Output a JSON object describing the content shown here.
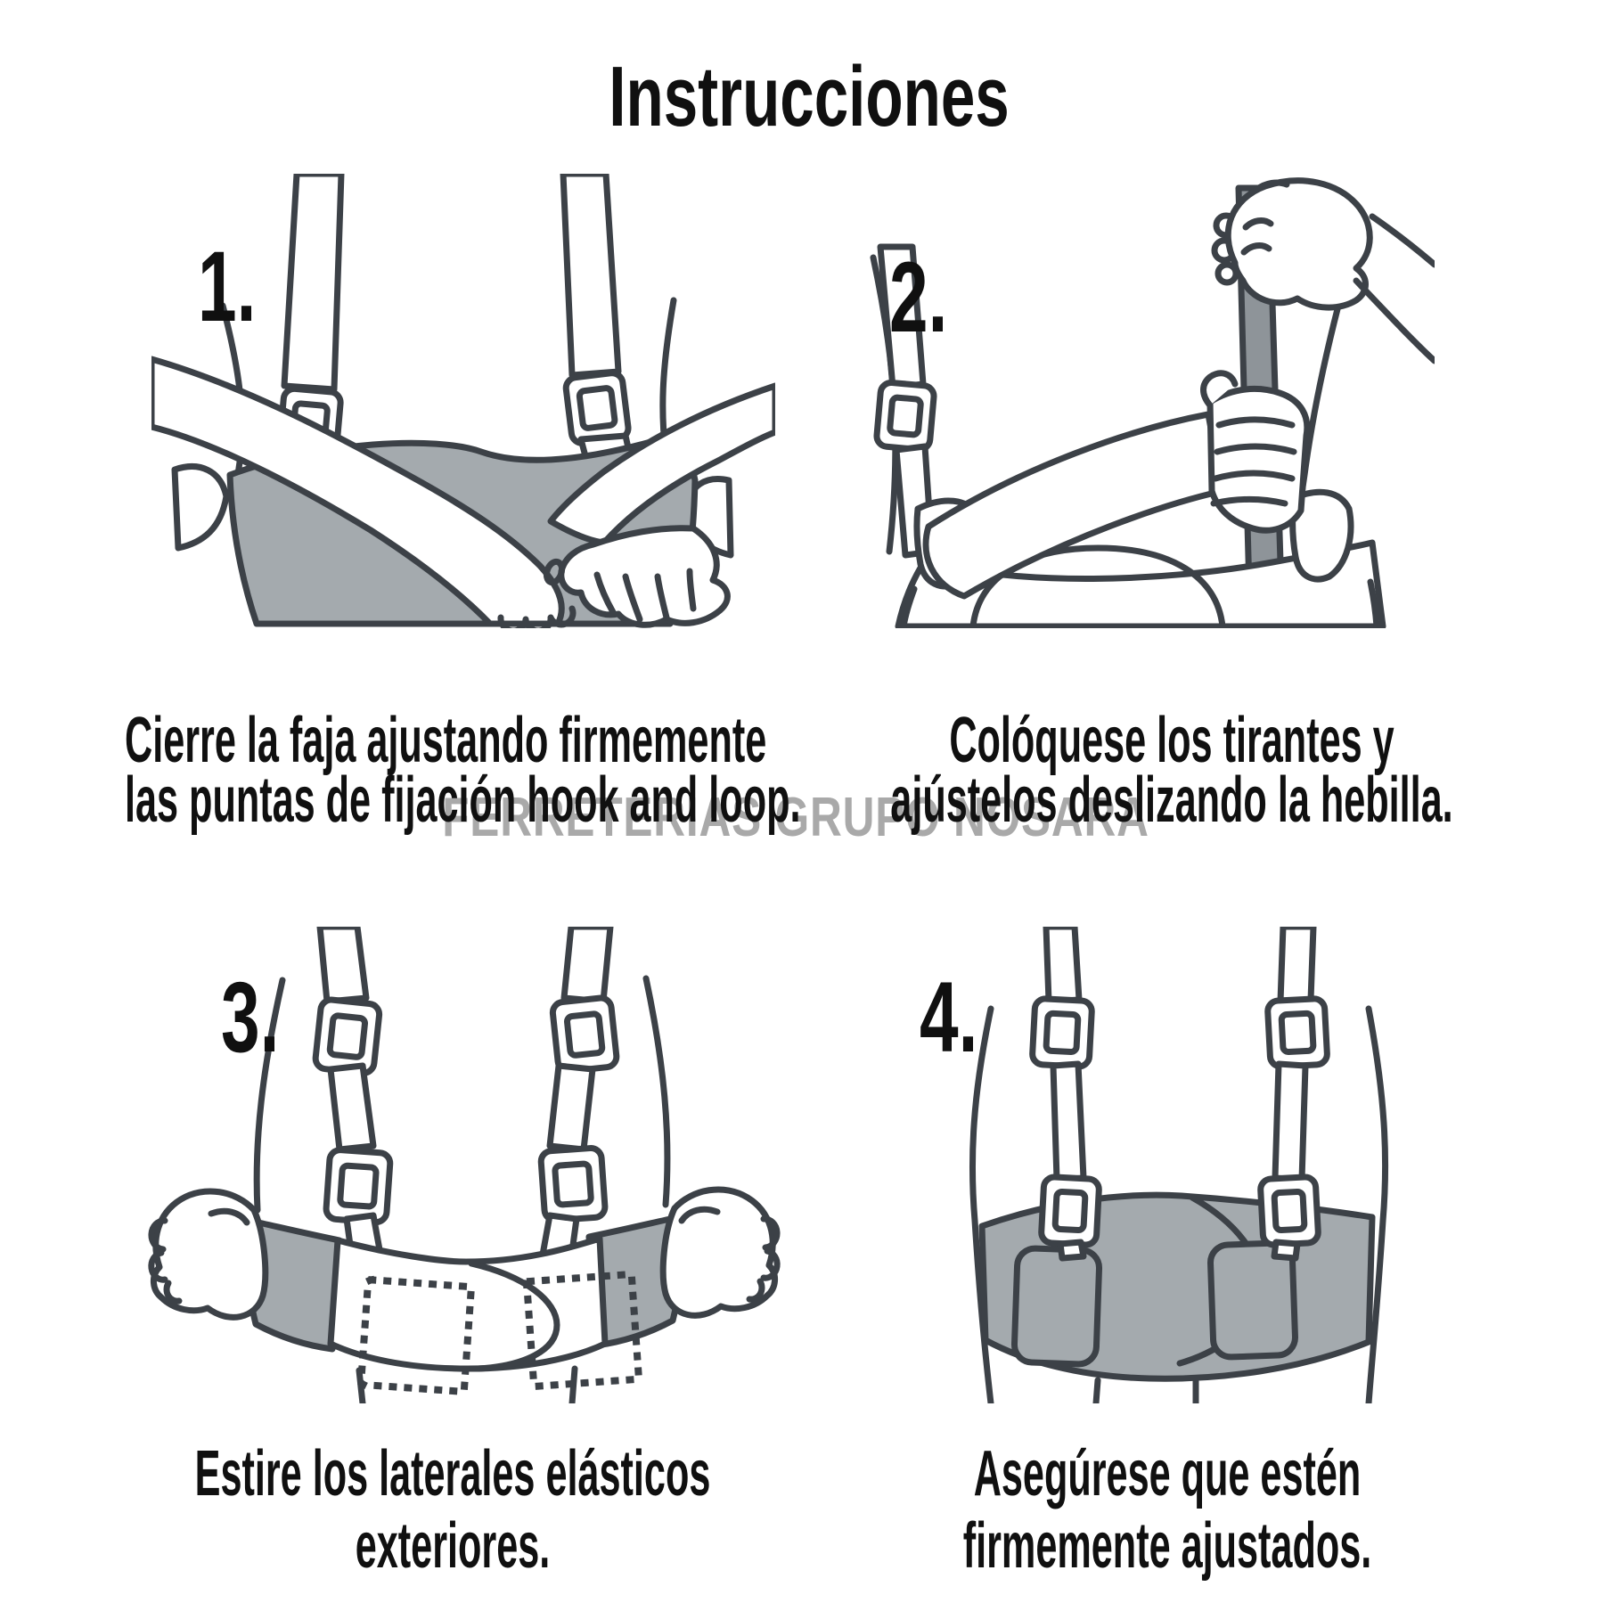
{
  "title": "Instrucciones",
  "watermark": "FERRETERIAS GRUPO NOSARA",
  "colors": {
    "text": "#101010",
    "outline": "#3c4147",
    "belt_gray": "#a4aaae",
    "strap_gray": "#8e9499",
    "watermark_gray": "#a9a9a9",
    "white": "#ffffff"
  },
  "steps": [
    {
      "number": "1.",
      "caption_line1": "Cierre la faja ajustando firmemente",
      "caption_line2": "las puntas de fijación hook and loop."
    },
    {
      "number": "2.",
      "caption_line1": "Colóquese los tirantes y",
      "caption_line2": "ajústelos deslizando la hebilla."
    },
    {
      "number": "3.",
      "caption_line1": "Estire los laterales elásticos",
      "caption_line2": "exteriores."
    },
    {
      "number": "4.",
      "caption_line1": "Asegúrese que estén",
      "caption_line2": "firmemente ajustados."
    }
  ]
}
